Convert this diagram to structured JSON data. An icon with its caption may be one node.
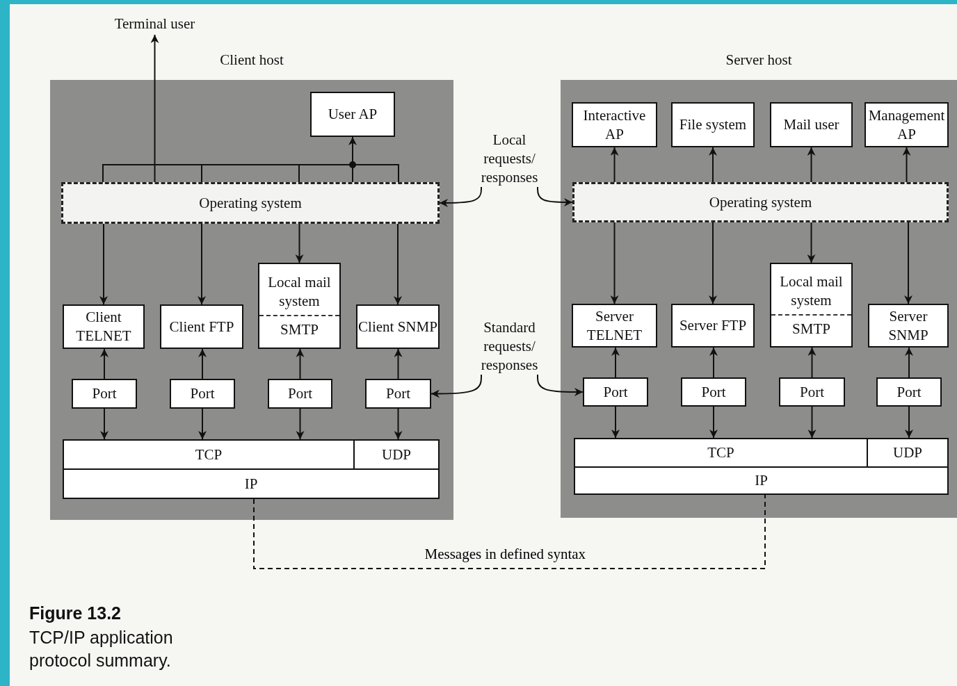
{
  "diagram": {
    "title": "Figure 13.2",
    "caption": "TCP/IP application protocol summary.",
    "nodes": [
      {
        "text": [
          "Terminal user"
        ]
      },
      {
        "text": [
          "Client host"
        ]
      },
      {
        "text": [
          "User AP"
        ],
        "in": 1
      },
      {
        "text": [
          "Operating system"
        ],
        "in": 1
      },
      {
        "text": [
          "Client TELNET"
        ],
        "in": 1
      },
      {
        "text": [
          "Client FTP"
        ],
        "in": 1
      },
      {
        "text": [
          "Local mail system",
          "SMTP"
        ],
        "in": 1
      },
      {
        "text": [
          "Client SNMP"
        ],
        "in": 1
      },
      {
        "text": [
          "Port"
        ],
        "in": 1
      },
      {
        "text": [
          "Port"
        ],
        "in": 1
      },
      {
        "text": [
          "Port"
        ],
        "in": 1
      },
      {
        "text": [
          "Port"
        ],
        "in": 1
      },
      {
        "text": [
          "TCP"
        ],
        "in": 1
      },
      {
        "text": [
          "UDP"
        ],
        "in": 1
      },
      {
        "text": [
          "IP"
        ],
        "in": 1
      },
      {
        "text": [
          "Server host"
        ]
      },
      {
        "text": [
          "Interactive AP"
        ],
        "in": 15
      },
      {
        "text": [
          "File system"
        ],
        "in": 15
      },
      {
        "text": [
          "Mail user"
        ],
        "in": 15
      },
      {
        "text": [
          "Management AP"
        ],
        "in": 15
      },
      {
        "text": [
          "Operating system"
        ],
        "in": 15
      },
      {
        "text": [
          "Server TELNET"
        ],
        "in": 15
      },
      {
        "text": [
          "Server FTP"
        ],
        "in": 15
      },
      {
        "text": [
          "Local mail system",
          "SMTP"
        ],
        "in": 15
      },
      {
        "text": [
          "Server SNMP"
        ],
        "in": 15
      },
      {
        "text": [
          "Port"
        ],
        "in": 15
      },
      {
        "text": [
          "Port"
        ],
        "in": 15
      },
      {
        "text": [
          "Port"
        ],
        "in": 15
      },
      {
        "text": [
          "Port"
        ],
        "in": 15
      },
      {
        "text": [
          "TCP"
        ],
        "in": 15
      },
      {
        "text": [
          "UDP"
        ],
        "in": 15
      },
      {
        "text": [
          "IP"
        ],
        "in": 15
      },
      {
        "text": [
          "Local requests/ responses"
        ]
      },
      {
        "text": [
          "Standard requests/ responses"
        ]
      }
    ],
    "edges": [
      {
        "from": 3,
        "to": 0,
        "arrow": "to"
      },
      {
        "from": 3,
        "to": 2,
        "arrow": "to"
      },
      {
        "from": 3,
        "to": 4,
        "arrow": "to"
      },
      {
        "from": 3,
        "to": 5,
        "arrow": "to"
      },
      {
        "from": 3,
        "to": 6,
        "arrow": "to"
      },
      {
        "from": 3,
        "to": 7,
        "arrow": "to"
      },
      {
        "from": 8,
        "to": 4,
        "arrow": "to"
      },
      {
        "from": 9,
        "to": 5,
        "arrow": "to"
      },
      {
        "from": 10,
        "to": 6,
        "arrow": "to"
      },
      {
        "from": 11,
        "to": 7,
        "arrow": "to"
      },
      {
        "from": 8,
        "to": 12,
        "arrow": "to"
      },
      {
        "from": 9,
        "to": 12,
        "arrow": "to"
      },
      {
        "from": 10,
        "to": 12,
        "arrow": "to"
      },
      {
        "from": 11,
        "to": 13,
        "arrow": "to"
      },
      {
        "from": 20,
        "to": 16,
        "arrow": "to"
      },
      {
        "from": 20,
        "to": 17,
        "arrow": "to"
      },
      {
        "from": 20,
        "to": 18,
        "arrow": "to"
      },
      {
        "from": 20,
        "to": 19,
        "arrow": "to"
      },
      {
        "from": 20,
        "to": 21,
        "arrow": "to"
      },
      {
        "from": 20,
        "to": 22,
        "arrow": "to"
      },
      {
        "from": 20,
        "to": 23,
        "arrow": "to"
      },
      {
        "from": 20,
        "to": 24,
        "arrow": "to"
      },
      {
        "from": 25,
        "to": 21,
        "arrow": "to"
      },
      {
        "from": 26,
        "to": 22,
        "arrow": "to"
      },
      {
        "from": 27,
        "to": 23,
        "arrow": "to"
      },
      {
        "from": 28,
        "to": 24,
        "arrow": "to"
      },
      {
        "from": 25,
        "to": 29,
        "arrow": "to"
      },
      {
        "from": 26,
        "to": 29,
        "arrow": "to"
      },
      {
        "from": 27,
        "to": 29,
        "arrow": "to"
      },
      {
        "from": 28,
        "to": 30,
        "arrow": "to"
      },
      {
        "from": 32,
        "to": 3,
        "arrow": "to"
      },
      {
        "from": 32,
        "to": 20,
        "arrow": "to"
      },
      {
        "from": 33,
        "to": 11,
        "arrow": "to"
      },
      {
        "from": 33,
        "to": 25,
        "arrow": "to"
      },
      {
        "from": 14,
        "to": 31,
        "arrow": "none",
        "style": "dashed",
        "label": "Messages in defined syntax"
      }
    ]
  }
}
